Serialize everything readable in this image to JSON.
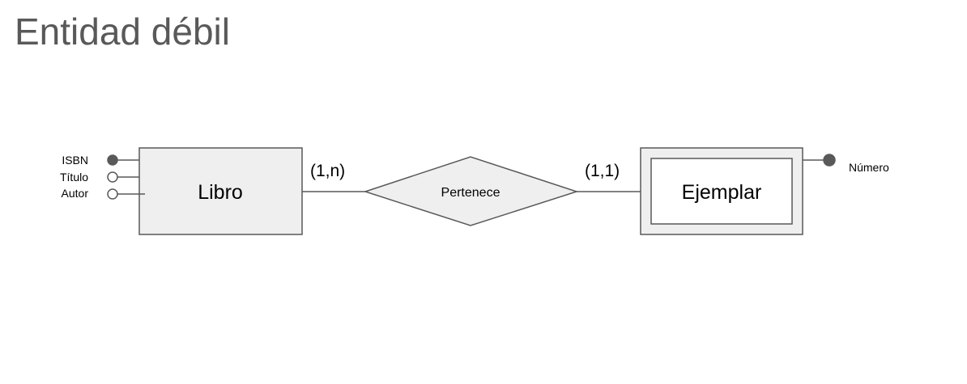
{
  "title": "Entidad débil",
  "diagram": {
    "entity_strong": {
      "name": "Libro",
      "attributes": [
        {
          "name": "ISBN",
          "key": true
        },
        {
          "name": "Título",
          "key": false
        },
        {
          "name": "Autor",
          "key": false
        }
      ]
    },
    "relationship": {
      "name": "Pertenece",
      "left_cardinality": "(1,n)",
      "right_cardinality": "(1,1)"
    },
    "entity_weak": {
      "name": "Ejemplar",
      "attributes": [
        {
          "name": "Número",
          "key": true
        }
      ]
    },
    "colors": {
      "entity_fill": "#efefef",
      "key_attribute_fill": "#595959",
      "stroke": "#595959",
      "title": "#595959"
    }
  }
}
